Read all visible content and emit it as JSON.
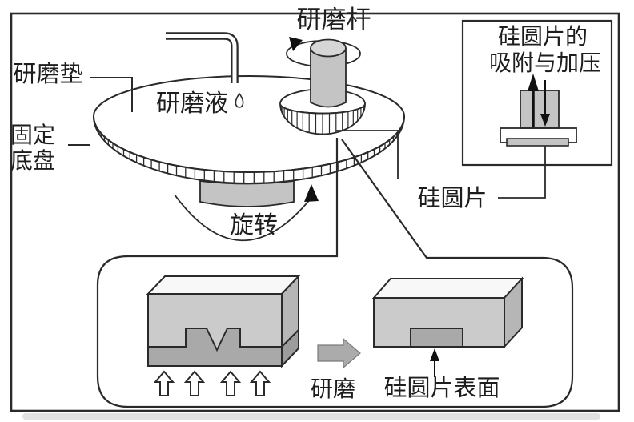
{
  "figure": {
    "type": "technical-diagram",
    "subject": "chemical-mechanical polishing (CMP) of silicon wafer"
  },
  "labels": {
    "grinding_rod": "研磨杆",
    "grinding_pad": "研磨垫",
    "slurry": "研磨液",
    "fixed_base_line1": "固定",
    "fixed_base_line2": "底盘",
    "rotation": "旋转",
    "silicon_wafer": "硅圆片",
    "inset_title_line1": "硅圆片的",
    "inset_title_line2": "吸附与加压",
    "grinding": "研磨",
    "wafer_surface": "硅圆片表面"
  },
  "colors": {
    "line": "#2a2a2a",
    "background": "#ffffff",
    "gray_fill": "#c4c4c4",
    "light_face": "#cbcbcb",
    "top_face": "#f8f8f8",
    "side_face": "#b6b6b6",
    "dark_layer": "#a9a9a9",
    "dark_side": "#9c9c9c",
    "arrow_gray": "#ababab",
    "rod_top": "#d6d6d6"
  }
}
